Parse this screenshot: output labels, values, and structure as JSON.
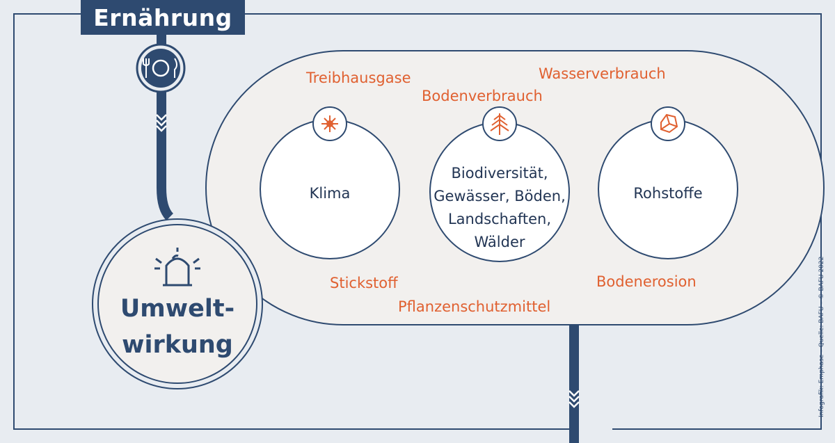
{
  "title": "Ernährung",
  "center_label_line1": "Umwelt-",
  "center_label_line2": "wirkung",
  "circles": [
    {
      "label_lines": [
        "Klima"
      ]
    },
    {
      "label_lines": [
        "Biodiversität,",
        "Gewässer, Böden,",
        "Landschaften,",
        "Wälder"
      ]
    },
    {
      "label_lines": [
        "Rohstoffe"
      ]
    }
  ],
  "factors": {
    "treibhausgase": "Treibhausgase",
    "bodenverbrauch": "Bodenverbrauch",
    "wasserverbrauch": "Wasserverbrauch",
    "stickstoff": "Stickstoff",
    "pflanzenschutzmittel": "Pflanzenschutzmittel",
    "bodenerosion": "Bodenerosion"
  },
  "credit": "Infografik: Emphase – Quelle: BAFU – © BAFU 2022",
  "icons": [
    "plate-cutlery-icon",
    "alarm-light-icon",
    "snowflake-sun-icon",
    "tree-icon",
    "rock-icon",
    "chevron-down-icon"
  ],
  "colors": {
    "navy": "#2e4a70",
    "orange": "#e06030",
    "background": "#e8ecf1",
    "bubble": "#f2f0ee"
  }
}
